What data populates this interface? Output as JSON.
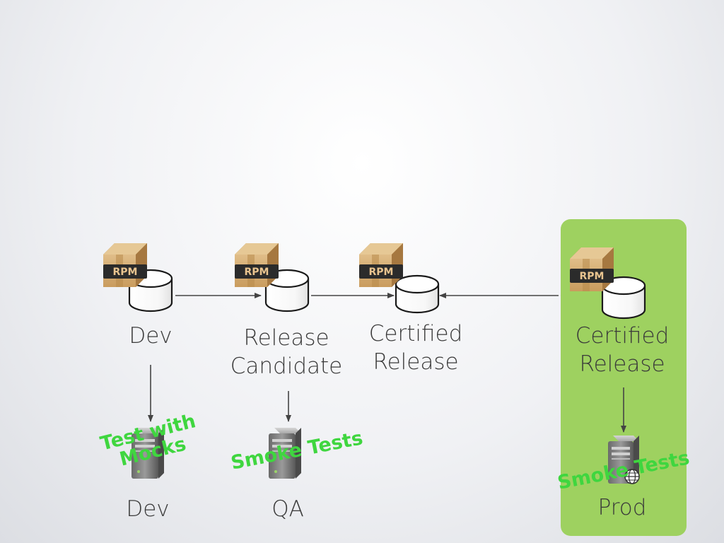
{
  "colors": {
    "highlight_panel": "#9ed160",
    "note_text": "#3fd63f",
    "arrow": "#444444",
    "box_body": "#d7b07a",
    "box_tape": "#b88a4a",
    "rpm_label": "#e9c48f"
  },
  "icons": [
    "rpm-package-icon",
    "database-cylinder-icon",
    "server-tower-icon",
    "globe-icon",
    "arrow-icon"
  ],
  "repositories": [
    {
      "id": "dev-repo",
      "label": "Dev",
      "package_label": "RPM"
    },
    {
      "id": "rc-repo",
      "label": "Release\nCandidate",
      "package_label": "RPM"
    },
    {
      "id": "certified-repo",
      "label": "Certified\nRelease",
      "package_label": "RPM"
    },
    {
      "id": "prod-certified-repo",
      "label": "Certified\nRelease",
      "package_label": "RPM"
    }
  ],
  "environments": [
    {
      "id": "dev-env",
      "label": "Dev",
      "note": "Test with\nMocks"
    },
    {
      "id": "qa-env",
      "label": "QA",
      "note": "Smoke Tests"
    },
    {
      "id": "prod-env",
      "label": "Prod",
      "note": "Smoke Tests"
    }
  ]
}
